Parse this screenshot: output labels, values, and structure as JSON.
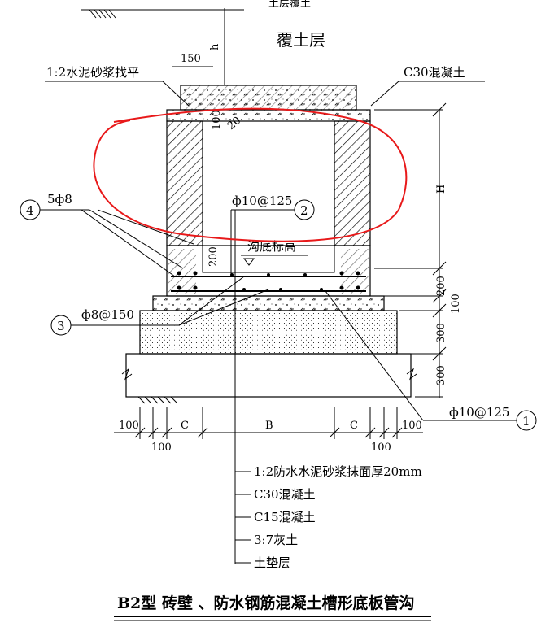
{
  "top_clip_text": "土层覆土",
  "soil_cover": "覆土层",
  "cover_dim": "h",
  "leveling_mortar": "1:2水泥砂浆找平",
  "dim_150": "150",
  "c30_top": "C30混凝土",
  "dim_100_lid": "100",
  "dim_20": "20",
  "H_label": "H",
  "dim_200_right": "200",
  "dim_100_right": "100",
  "dim_300_right_a": "300",
  "dim_300_right_b": "300",
  "rebar_4": "5ф8",
  "callout_4": "4",
  "rebar_2": "ф10@125",
  "callout_2": "2",
  "trench_bottom": "沟底标高",
  "dim_200_inner": "200",
  "rebar_3": "ф8@150",
  "callout_3": "3",
  "rebar_1": "ф10@125",
  "callout_1": "1",
  "bottom_dims": {
    "left_100_a": "100",
    "left_C": "C",
    "left_100_b": "100",
    "B": "B",
    "right_C": "C",
    "right_100_b": "100",
    "right_100_a": "100"
  },
  "layers": [
    "1:2防水水泥砂浆抹面厚20mm",
    "C30混凝土",
    "C15混凝土",
    "3:7灰土",
    "土垫层"
  ],
  "title": "B2型  砖壁 、防水钢筋混凝土槽形底板管沟",
  "colors": {
    "line": "#000000",
    "markup": "#e8191a",
    "paper": "#ffffff"
  }
}
